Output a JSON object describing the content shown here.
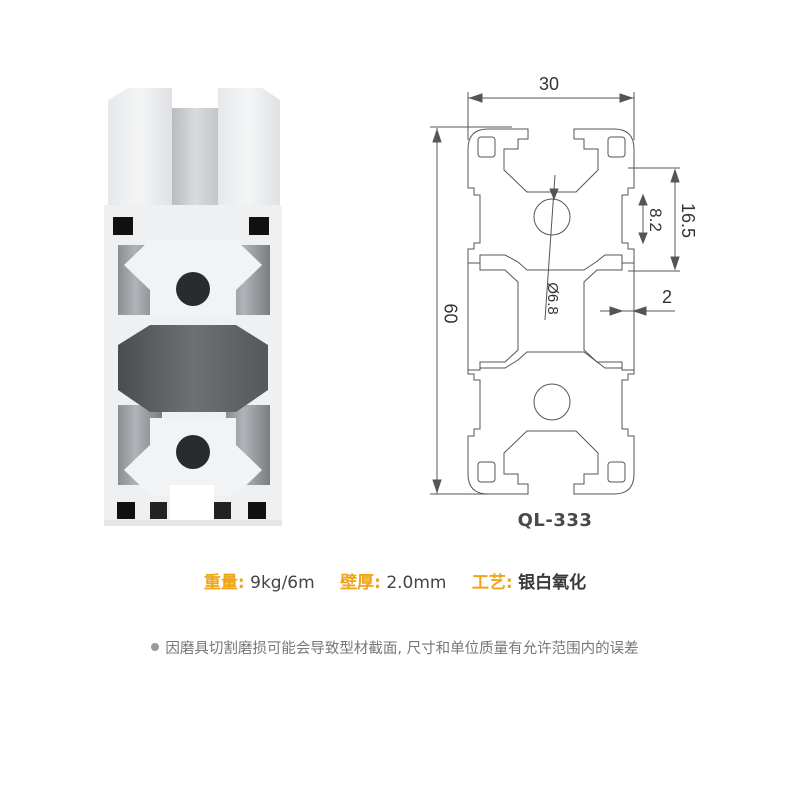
{
  "product": {
    "model": "QL-333",
    "image_alt": "aluminum-extrusion-3060-profile-photo"
  },
  "drawing": {
    "dimensions": {
      "width": "30",
      "height": "60",
      "slot_outer": "16.5",
      "slot_inner": "8.2",
      "hole_diameter": "Ø6.8",
      "wall": "2"
    }
  },
  "specs": [
    {
      "label": "重量:",
      "value": "9kg/6m"
    },
    {
      "label": "壁厚:",
      "value": "2.0mm"
    },
    {
      "label": "工艺:",
      "value": "银白氧化"
    }
  ],
  "note": "因磨具切割磨损可能会导致型材截面, 尺寸和单位质量有允许范围内的误差",
  "colors": {
    "accent": "#f0a418",
    "text": "#444444",
    "note": "#777777",
    "line": "#555555"
  }
}
